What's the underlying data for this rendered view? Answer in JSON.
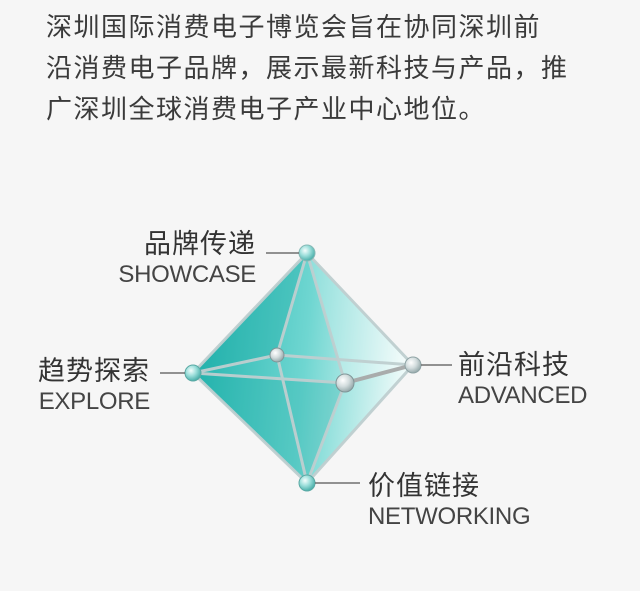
{
  "intro": {
    "lines": [
      "深圳国际消费电子博览会旨在协同深圳前",
      "沿消费电子品牌，展示最新科技与产品，推",
      "广深圳全球消费电子产业中心地位。"
    ]
  },
  "labels": {
    "showcase": {
      "zh": "品牌传递",
      "en": "SHOWCASE"
    },
    "explore": {
      "zh": "趋势探索",
      "en": "EXPLORE"
    },
    "advanced": {
      "zh": "前沿科技",
      "en": "ADVANCED"
    },
    "networking": {
      "zh": "价值链接",
      "en": "NETWORKING"
    }
  },
  "colors": {
    "background": "#f6f6f6",
    "teal": "#2fbfb8",
    "teal_light": "#e6f8f7",
    "edge": "#b9c9cb"
  }
}
